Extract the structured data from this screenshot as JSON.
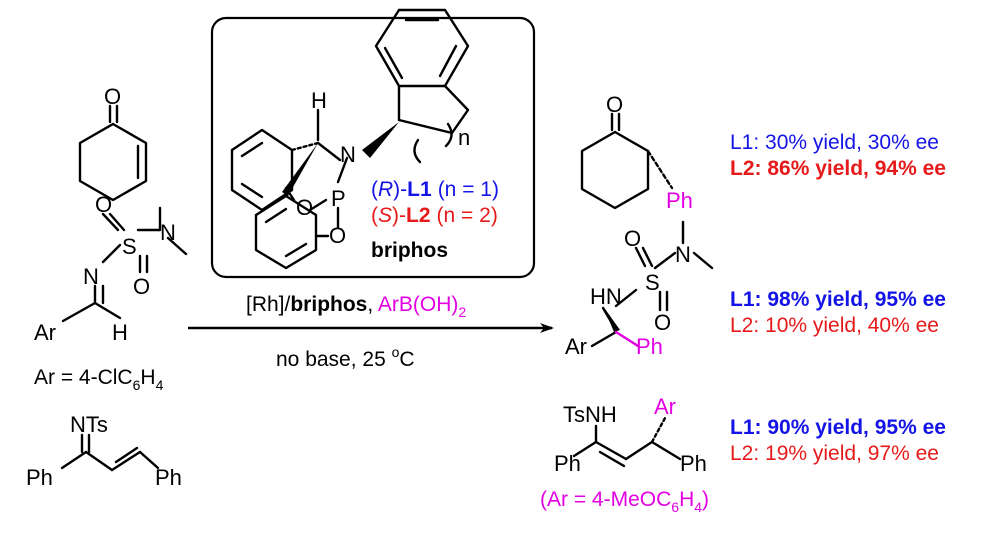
{
  "colors": {
    "ligand1": "#1414e6",
    "ligand2": "#e61a1a",
    "aryl": "#e300e3",
    "text": "#000000"
  },
  "catalyst_box": {
    "atom_h": "H",
    "atom_n": "N",
    "atom_p": "P",
    "atom_o1": "O",
    "atom_o2": "O",
    "ring_index": "n",
    "ligand1": {
      "stereo": "R",
      "name": "L1",
      "cond": "(n = 1)"
    },
    "ligand2": {
      "stereo": "S",
      "name": "L2",
      "cond": "(n = 2)"
    },
    "name": "briphos"
  },
  "substrates": {
    "enone_o": "O",
    "imine_n": "N",
    "imine_s": "S",
    "imine_o1": "O",
    "imine_o2": "O",
    "imine_nme2": "N",
    "imine_ar": "Ar",
    "imine_h": "H",
    "ar_def": {
      "prefix": "Ar = 4-ClC",
      "sub1": "6",
      "mid": "H",
      "sub2": "4"
    },
    "diene_nts": "NTs",
    "diene_ph1": "Ph",
    "diene_ph2": "Ph"
  },
  "conditions": {
    "catalyst": "[Rh]/",
    "ligand": "briphos",
    "separator": ", ",
    "reagent": "ArB(OH)",
    "reagent_sub": "2",
    "base": "no base, 25 ",
    "temp_sup": "o",
    "temp_unit": "C"
  },
  "products": {
    "ketone_o": "O",
    "ketone_ph": "Ph",
    "amine_hn": "HN",
    "amine_s": "S",
    "amine_o1": "O",
    "amine_o2": "O",
    "amine_n": "N",
    "amine_ar": "Ar",
    "amine_ph": "Ph",
    "allyl_tsnh": "TsNH",
    "allyl_ar": "Ar",
    "allyl_ph1": "Ph",
    "allyl_ph2": "Ph",
    "ar_def": {
      "open": "(",
      "prefix": "Ar = 4-MeOC",
      "sub1": "6",
      "mid": "H",
      "sub2": "4",
      "close": ")"
    }
  },
  "results": [
    {
      "l1": "L1: 30% yield, 30% ee",
      "l2": "L2: 86% yield, 94% ee",
      "bold": "l2"
    },
    {
      "l1": "L1: 98% yield, 95% ee",
      "l2": "L2: 10% yield, 40% ee",
      "bold": "l1"
    },
    {
      "l1": "L1: 90% yield, 95% ee",
      "l2": "L2: 19% yield, 97% ee",
      "bold": "l1"
    }
  ]
}
